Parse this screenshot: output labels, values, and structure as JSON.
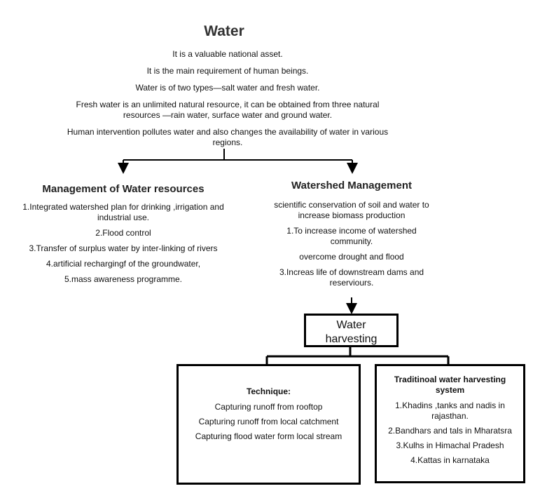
{
  "title": "Water",
  "intro": [
    "It is a valuable national asset.",
    "It is the main requirement of human beings.",
    "Water is of two types—salt water and fresh water.",
    "Fresh water is an unlimited natural resource, it can be obtained from three natural",
    "resources —rain water, surface water and ground water.",
    "Human intervention pollutes water and also changes the availability of water in various",
    "regions."
  ],
  "left": {
    "heading": "Management of Water resources",
    "items": [
      "1.Integrated watershed plan for drinking ,irrigation and",
      "industrial use.",
      "2.Flood control",
      "3.Transfer of surplus water by inter-linking of rivers",
      "4.artificial rechargingf of the groundwater,",
      "5.mass awareness programme."
    ]
  },
  "right": {
    "heading": "Watershed Management",
    "items": [
      "scientific conservation of soil and water to",
      "increase biomass production",
      "1.To increase income of watershed",
      "community.",
      "overcome drought and flood",
      "3.Increas life of downstream dams and",
      "reserviours."
    ]
  },
  "harvesting": {
    "line1": "Water",
    "line2": "harvesting"
  },
  "technique": {
    "title": "Technique:",
    "items": [
      "Capturing runoff from rooftop",
      "Capturing runoff from local catchment",
      "Capturing flood water form local stream"
    ]
  },
  "traditional": {
    "title1": "Traditinoal water harvesting",
    "title2": "system",
    "items": [
      "1.Khadins ,tanks and nadis in",
      "rajasthan.",
      "2.Bandhars and tals in Mharatsra",
      "3.Kulhs in Himachal Pradesh",
      "4.Kattas in karnataka"
    ]
  }
}
